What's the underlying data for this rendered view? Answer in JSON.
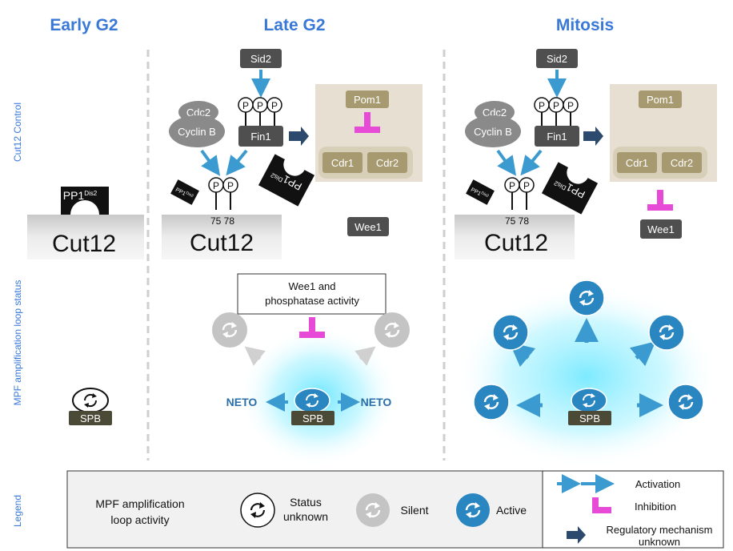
{
  "phases": {
    "early_g2": "Early G2",
    "late_g2": "Late G2",
    "mitosis": "Mitosis"
  },
  "rows": {
    "cut12_control": "Cut12 Control",
    "mpf_loop_status": "MPF amplification loop status",
    "legend": "Legend"
  },
  "proteins": {
    "sid2": "Sid2",
    "fin1": "Fin1",
    "cdc2": "Cdc2",
    "cyclin_b": "Cyclin B",
    "pom1": "Pom1",
    "cdr1": "Cdr1",
    "cdr2": "Cdr2",
    "wee1": "Wee1",
    "cut12": "Cut12",
    "pp1": "PP1",
    "dis2": "Dis2",
    "spb": "SPB",
    "p": "P",
    "sites": "75 78"
  },
  "labels": {
    "wee1_phosphatase_line1": "Wee1 and",
    "wee1_phosphatase_line2": "phosphatase activity",
    "neto": "NETO"
  },
  "legend": {
    "mpf_line1": "MPF amplification",
    "mpf_line2": "loop activity",
    "status_unknown_line1": "Status",
    "status_unknown_line2": "unknown",
    "silent": "Silent",
    "active": "Active",
    "activation": "Activation",
    "inhibition": "Inhibition",
    "regulatory_line1": "Regulatory mechanism",
    "regulatory_line2": "unknown"
  },
  "colors": {
    "heading_blue": "#3a78d8",
    "activation_arrow": "#3b9bd0",
    "inhibition_magenta": "#e84ad8",
    "unknown_arrow": "#2b4a6e",
    "active_circle": "#2a86c0",
    "silent_circle": "#c4c4c4",
    "dark_box": "#4f4f4f",
    "beige_panel": "#e6dfd2",
    "olive_box": "#a89a70",
    "spb_box": "#4a4a36",
    "cdc2_ellipse": "#8a8a8a",
    "glow": "#8ff0ff"
  }
}
